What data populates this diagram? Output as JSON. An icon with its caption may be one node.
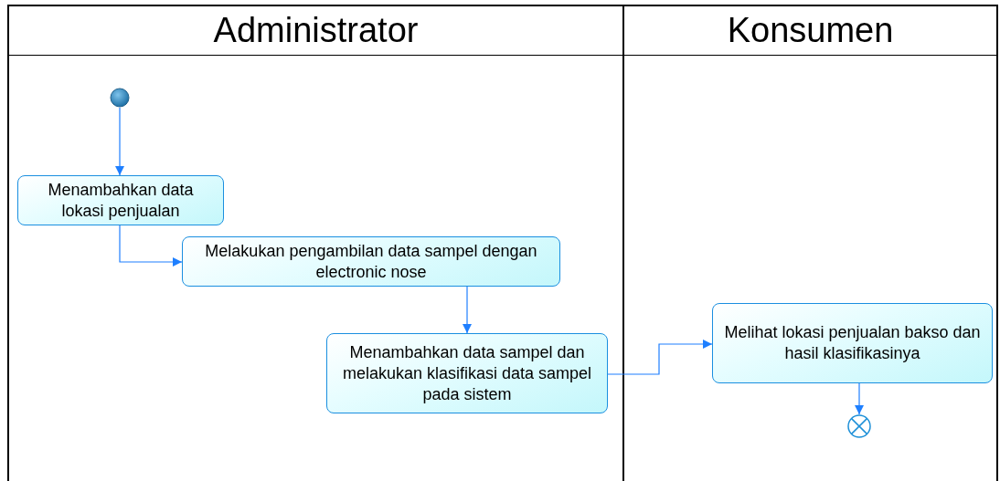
{
  "diagram": {
    "nodes": [
      {
        "text": [
          "Administrator"
        ]
      },
      {
        "text": [
          "Konsumen"
        ]
      },
      {
        "text": [],
        "shape": "circle",
        "in": 0
      },
      {
        "text": [
          "Menambahkan data lokasi penjualan"
        ],
        "in": 0
      },
      {
        "text": [
          "Melakukan pengambilan data sampel dengan electronic nose"
        ],
        "in": 0
      },
      {
        "text": [
          "Menambahkan data sampel dan melakukan klasifikasi data sampel pada sistem"
        ],
        "in": 0
      },
      {
        "text": [
          "Melihat lokasi penjualan bakso dan hasil klasifikasinya"
        ],
        "in": 1
      },
      {
        "text": [],
        "shape": "circle",
        "in": 1
      }
    ],
    "edges": [
      {
        "from": 2,
        "to": 3,
        "arrow": "to"
      },
      {
        "from": 3,
        "to": 4,
        "arrow": "to"
      },
      {
        "from": 4,
        "to": 5,
        "arrow": "to"
      },
      {
        "from": 5,
        "to": 6,
        "arrow": "to"
      },
      {
        "from": 6,
        "to": 7,
        "arrow": "to"
      }
    ]
  }
}
